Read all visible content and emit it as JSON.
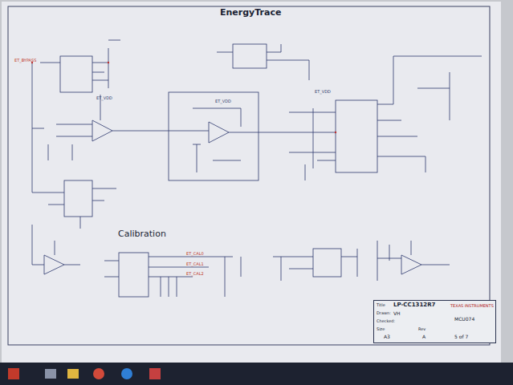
{
  "diagram": {
    "title": "EnergyTrace",
    "nodes": [
      {
        "text": [
          "Title",
          "LP-CC1312R7",
          "Drawn:",
          "VH",
          "Checked:",
          "Size",
          "A3",
          "Rev",
          "A",
          "5 of 7",
          "MCU074",
          "TEXAS INSTRUMENTS"
        ]
      }
    ],
    "edges": [],
    "labels": [
      "Calibration",
      "ET_BYPASS",
      "ET_VDD",
      "ET_VDD",
      "ET_VDD",
      "ET_CAL0",
      "ET_CAL1",
      "ET_CAL2"
    ]
  }
}
